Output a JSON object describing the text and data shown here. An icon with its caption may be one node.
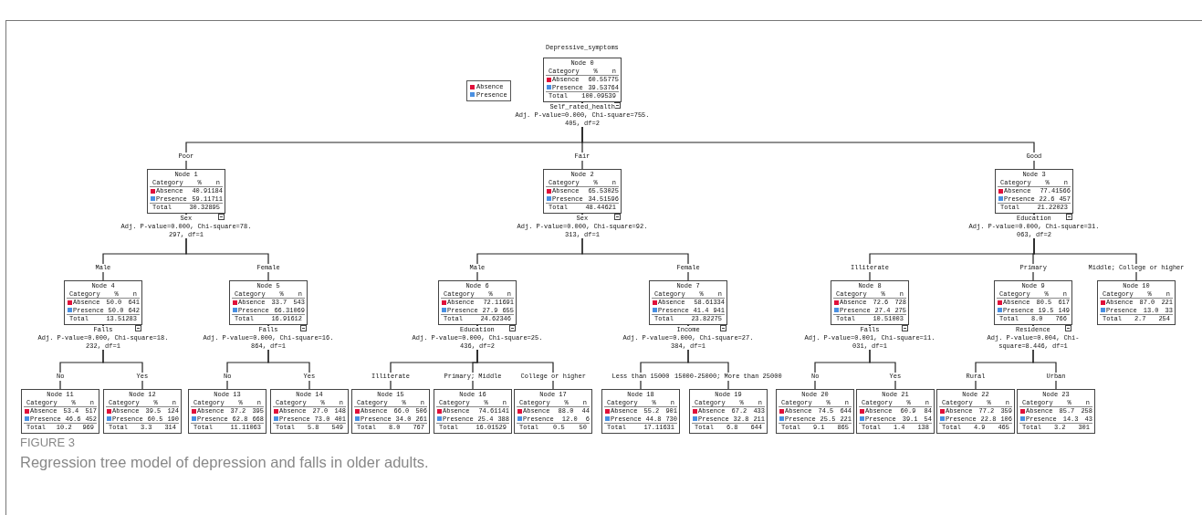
{
  "diagram": {
    "title": "Depressive_symptoms",
    "caption": "Regression tree model of depression and falls in older adults.",
    "nodes": [
      {
        "text": [
          "Node 0",
          "Category % n",
          "Absence 60.55775",
          "Presence 39.53764",
          "Total 100.09539"
        ],
        "beside": [
          "Self_rated_health",
          "Adj. P-value=0.000, Chi-square=755. 405, df=2"
        ]
      },
      {
        "text": [
          "Node 1",
          "Category % n",
          "Absence 40.91184",
          "Presence 59.11711",
          "Total 30.32895"
        ],
        "beside": [
          "Sex",
          "Adj. P-value=0.000, Chi-square=78. 297, df=1"
        ]
      },
      {
        "text": [
          "Node 2",
          "Category % n",
          "Absence 65.53025",
          "Presence 34.51596",
          "Total 48.44621"
        ],
        "beside": [
          "Sex",
          "Adj. P-value=0.000, Chi-square=92. 313, df=1"
        ]
      },
      {
        "text": [
          "Node 3",
          "Category % n",
          "Absence 77.41566",
          "Presence 22.6 457",
          "Total 21.22023"
        ],
        "beside": [
          "Education",
          "Adj. P-value=0.000, Chi-square=31. 063, df=2"
        ]
      },
      {
        "text": [
          "Node 4",
          "Category % n",
          "Absence 50.0 641",
          "Presence 50.0 642",
          "Total 13.51283"
        ],
        "beside": [
          "Falls",
          "Adj. P-value=0.000, Chi-square=18. 232, df=1"
        ]
      },
      {
        "text": [
          "Node 5",
          "Category % n",
          "Absence 33.7 543",
          "Presence 66.31069",
          "Total 16.91612"
        ],
        "beside": [
          "Falls",
          "Adj. P-value=0.000, Chi-square=16. 864, df=1"
        ]
      },
      {
        "text": [
          "Node 6",
          "Category % n",
          "Absence 72.11691",
          "Presence 27.9 655",
          "Total 24.62346"
        ],
        "beside": [
          "Education",
          "Adj. P-value=0.000, Chi-square=25. 436, df=2"
        ]
      },
      {
        "text": [
          "Node 7",
          "Category % n",
          "Absence 58.61334",
          "Presence 41.4 941",
          "Total 23.82275"
        ],
        "beside": [
          "Income",
          "Adj. P-value=0.000, Chi-square=27. 384, df=1"
        ]
      },
      {
        "text": [
          "Node 8",
          "Category % n",
          "Absence 72.6 728",
          "Presence 27.4 275",
          "Total 10.51003"
        ],
        "beside": [
          "Falls",
          "Adj. P-value=0.001, Chi-square=11. 031, df=1"
        ]
      },
      {
        "text": [
          "Node 9",
          "Category % n",
          "Absence 80.5 617",
          "Presence 19.5 149",
          "Total 8.0 766"
        ],
        "beside": [
          "Residence",
          "Adj. P-value=0.004, Chi-square=8.446, df=1"
        ]
      },
      {
        "text": [
          "Node 10",
          "Category % n",
          "Absence 87.0 221",
          "Presence 13.0 33",
          "Total 2.7 254"
        ]
      },
      {
        "text": [
          "Node 11",
          "Category % n",
          "Absence 53.4 517",
          "Presence 46.6 452",
          "Total 10.2 969"
        ]
      },
      {
        "text": [
          "Node 12",
          "Category % n",
          "Absence 39.5 124",
          "Presence 60.5 190",
          "Total 3.3 314"
        ]
      },
      {
        "text": [
          "Node 13",
          "Category % n",
          "Absence 37.2 395",
          "Presence 62.8 668",
          "Total 11.11063"
        ]
      },
      {
        "text": [
          "Node 14",
          "Category % n",
          "Absence 27.0 148",
          "Presence 73.0 401",
          "Total 5.8 549"
        ]
      },
      {
        "text": [
          "Node 15",
          "Category % n",
          "Absence 66.0 506",
          "Presence 34.0 261",
          "Total 8.0 767"
        ]
      },
      {
        "text": [
          "Node 16",
          "Category % n",
          "Absence 74.61141",
          "Presence 25.4 388",
          "Total 16.01529"
        ]
      },
      {
        "text": [
          "Node 17",
          "Category % n",
          "Absence 88.0 44",
          "Presence 12.0 6",
          "Total 0.5 50"
        ]
      },
      {
        "text": [
          "Node 18",
          "Category % n",
          "Absence 55.2 901",
          "Presence 44.8 730",
          "Total 17.11631"
        ]
      },
      {
        "text": [
          "Node 19",
          "Category % n",
          "Absence 67.2 433",
          "Presence 32.8 211",
          "Total 6.8 644"
        ]
      },
      {
        "text": [
          "Node 20",
          "Category % n",
          "Absence 74.5 644",
          "Presence 25.5 221",
          "Total 9.1 865"
        ]
      },
      {
        "text": [
          "Node 21",
          "Category % n",
          "Absence 60.9 84",
          "Presence 39.1 54",
          "Total 1.4 138"
        ]
      },
      {
        "text": [
          "Node 22",
          "Category % n",
          "Absence 77.2 359",
          "Presence 22.8 106",
          "Total 4.9 465"
        ]
      },
      {
        "text": [
          "Node 23",
          "Category % n",
          "Absence 85.7 258",
          "Presence 14.3 43",
          "Total 3.2 301"
        ]
      }
    ],
    "edges": [
      {
        "from": 0,
        "to": 1,
        "arrow": "none",
        "label": "Poor"
      },
      {
        "from": 0,
        "to": 2,
        "arrow": "none",
        "label": "Fair"
      },
      {
        "from": 0,
        "to": 3,
        "arrow": "none",
        "label": "Good"
      },
      {
        "from": 1,
        "to": 4,
        "arrow": "none",
        "label": "Male"
      },
      {
        "from": 1,
        "to": 5,
        "arrow": "none",
        "label": "Female"
      },
      {
        "from": 2,
        "to": 6,
        "arrow": "none",
        "label": "Male"
      },
      {
        "from": 2,
        "to": 7,
        "arrow": "none",
        "label": "Female"
      },
      {
        "from": 3,
        "to": 8,
        "arrow": "none",
        "label": "Illiterate"
      },
      {
        "from": 3,
        "to": 9,
        "arrow": "none",
        "label": "Primary"
      },
      {
        "from": 3,
        "to": 10,
        "arrow": "none",
        "label": "Middle; College or higher"
      },
      {
        "from": 4,
        "to": 11,
        "arrow": "none",
        "label": "No"
      },
      {
        "from": 4,
        "to": 12,
        "arrow": "none",
        "label": "Yes"
      },
      {
        "from": 5,
        "to": 13,
        "arrow": "none",
        "label": "No"
      },
      {
        "from": 5,
        "to": 14,
        "arrow": "none",
        "label": "Yes"
      },
      {
        "from": 6,
        "to": 15,
        "arrow": "none",
        "label": "Illiterate"
      },
      {
        "from": 6,
        "to": 16,
        "arrow": "none",
        "label": "Primary; Middle"
      },
      {
        "from": 6,
        "to": 17,
        "arrow": "none",
        "label": "College or higher"
      },
      {
        "from": 7,
        "to": 18,
        "arrow": "none",
        "label": "Less than 15000"
      },
      {
        "from": 7,
        "to": 19,
        "arrow": "none",
        "label": "15000-25000; More than 25000"
      },
      {
        "from": 8,
        "to": 20,
        "arrow": "none",
        "label": "No"
      },
      {
        "from": 8,
        "to": 21,
        "arrow": "none",
        "label": "Yes"
      },
      {
        "from": 9,
        "to": 22,
        "arrow": "none",
        "label": "Rural"
      },
      {
        "from": 9,
        "to": 23,
        "arrow": "none",
        "label": "Urban"
      }
    ],
    "labels": [
      "FIGURE 3"
    ],
    "legend": [
      {
        "text": "Absence",
        "color": "#e0103a"
      },
      {
        "text": "Presence",
        "color": "#4a90e2"
      }
    ]
  }
}
